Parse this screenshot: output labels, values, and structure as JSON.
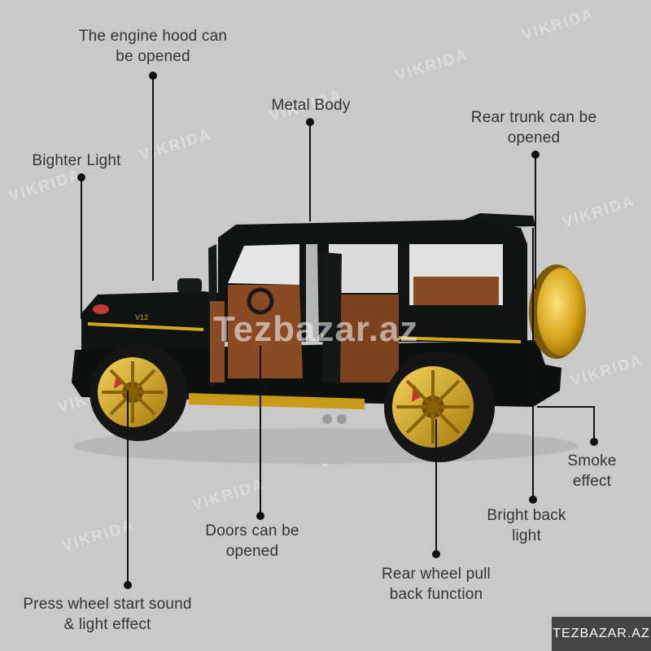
{
  "callouts": {
    "engine_hood": "The engine hood can\nbe opened",
    "metal_body": "Metal Body",
    "rear_trunk": "Rear trunk can be\nopened",
    "brighter_light": "Bighter Light",
    "smoke": "Smoke\neffect",
    "bright_back": "Bright back\nlight",
    "doors": "Doors can be\nopened",
    "rear_wheel": "Rear wheel pull\nback function",
    "press_wheel": "Press wheel start sound\n& light effect"
  },
  "car": {
    "badge_text": "V12"
  },
  "watermarks": {
    "brand": "VIKRIDA",
    "site": "Tezbazar.az"
  },
  "corner_badge": "TEZBAZAR.AZ",
  "colors": {
    "background": "#c9c9c9",
    "body": "#0f1410",
    "gold": "#d4a81e",
    "interior": "#8a4a24"
  }
}
